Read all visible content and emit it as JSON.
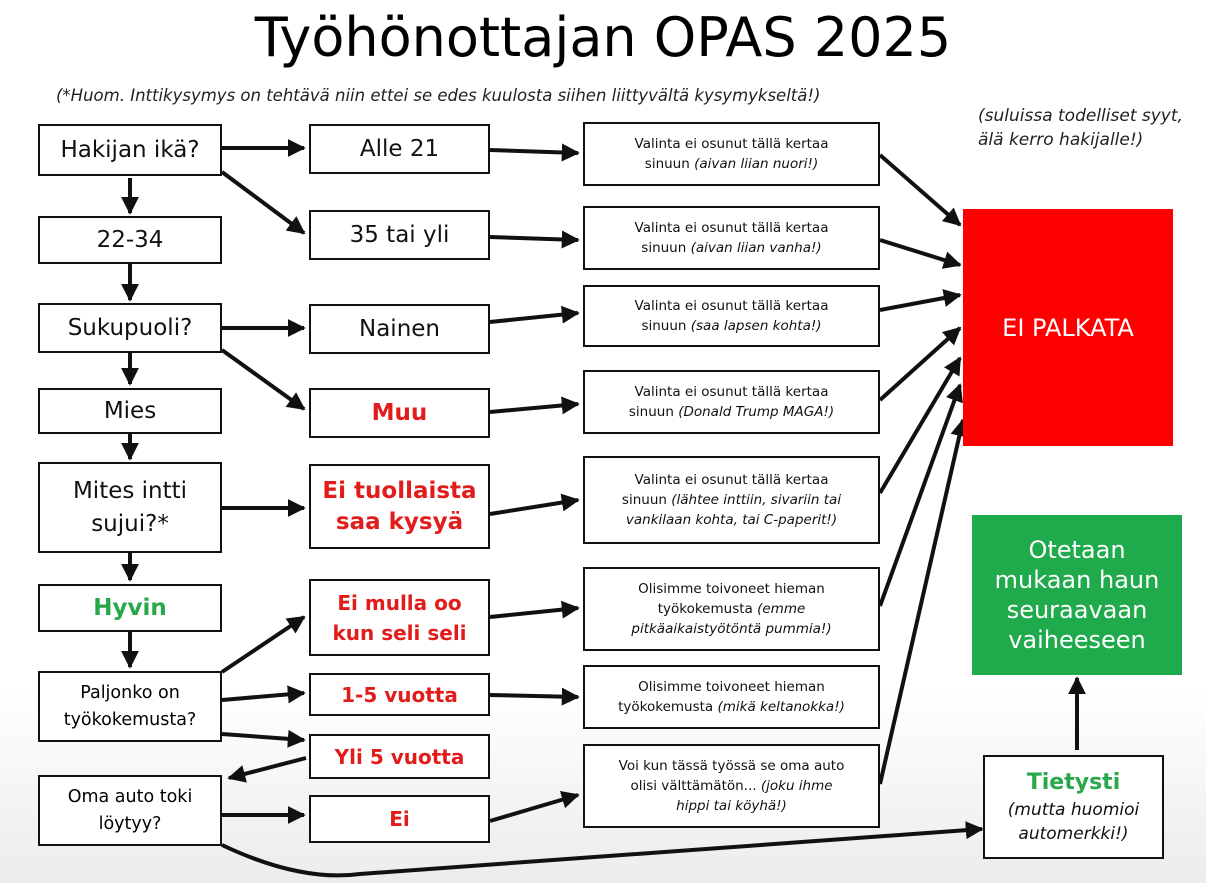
{
  "title": "Työhönottajan OPAS 2025",
  "note": "(*Huom. Inttikysymys on tehtävä niin ettei se edes kuulosta siihen liittyvältä kysymykseltä!)",
  "side_note": "(suluissa todelliset syyt, älä kerro hakijalle!)",
  "left": {
    "age_q": "Hakijan ikä?",
    "age_ok": "22-34",
    "gender_q": "Sukupuoli?",
    "gender_ok": "Mies",
    "army_q_line1": "Mites intti",
    "army_q_line2": "sujui?*",
    "army_ok": "Hyvin",
    "exp_q_line1": "Paljonko on",
    "exp_q_line2": "työkokemusta?",
    "car_q_line1": "Oma auto toki",
    "car_q_line2": "löytyy?"
  },
  "answers": {
    "under21": "Alle 21",
    "over35": "35 tai yli",
    "woman": "Nainen",
    "other": "Muu",
    "noask_line1": "Ei tuollaista",
    "noask_line2": "saa kysyä",
    "noexp_line1": "Ei mulla oo",
    "noexp_line2": "kun seli seli",
    "exp15": "1-5 vuotta",
    "exp5plus": "Yli 5 vuotta",
    "nocar": "Ei"
  },
  "outcomes": {
    "o1": {
      "line1": "Valinta ei osunut tällä kertaa",
      "line2_plain": "sinuun ",
      "line2_italic": "(aivan liian nuori!)"
    },
    "o2": {
      "line1": "Valinta ei osunut tällä kertaa",
      "line2_plain": "sinuun ",
      "line2_italic": "(aivan liian vanha!)"
    },
    "o3": {
      "line1": "Valinta ei osunut tällä kertaa",
      "line2_plain": "sinuun ",
      "line2_italic": "(saa lapsen kohta!)"
    },
    "o4": {
      "line1": "Valinta ei osunut tällä kertaa",
      "line2_plain": "sinuun ",
      "line2_italic": "(Donald Trump MAGA!)"
    },
    "o5": {
      "line1": "Valinta ei osunut tällä kertaa",
      "line2_plain": "sinuun ",
      "line2_italic": "(lähtee inttiin, sivariin tai",
      "line3_italic": "vankilaan kohta, tai C-paperit!)"
    },
    "o6": {
      "line1": "Olisimme toivoneet hieman",
      "line2_plain": "työkokemusta ",
      "line2_italic": "(emme",
      "line3_italic": "pitkäaikaistyötöntä pummia!)"
    },
    "o7": {
      "line1": "Olisimme toivoneet hieman",
      "line2_plain": "työkokemusta ",
      "line2_italic": "(mikä keltanokka!)"
    },
    "o8": {
      "line1": "Voi kun tässä työssä se oma auto",
      "line2_plain": "olisi välttämätön... ",
      "line2_italic": "(joku ihme",
      "line3_italic": "hippi tai köyhä!)"
    }
  },
  "reject": "EI PALKATA",
  "accept_line1": "Otetaan",
  "accept_line2": "mukaan haun",
  "accept_line3": "seuraavaan",
  "accept_line4": "vaiheeseen",
  "yes_car": "Tietysti",
  "yes_car_note_line1": "(mutta huomioi",
  "yes_car_note_line2": "automerkki!)",
  "colors": {
    "reject": "#ff0000",
    "accept": "#1faa4b",
    "red_text": "#e21b1b",
    "green_text": "#27a84a"
  }
}
